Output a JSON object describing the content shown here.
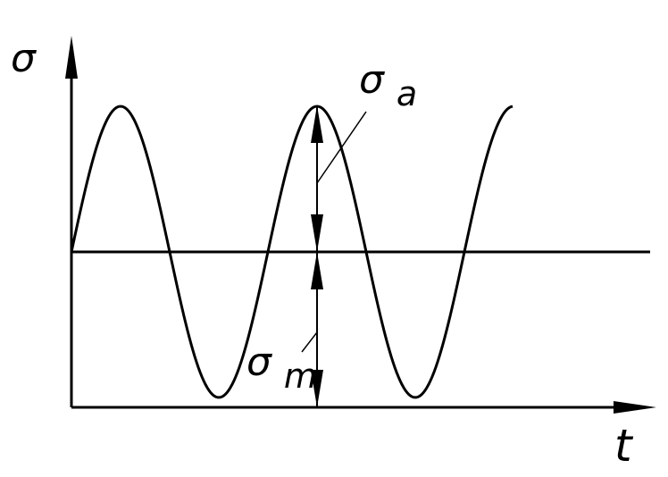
{
  "labels": {
    "y_axis": "σ",
    "x_axis": "t",
    "amplitude_symbol": "σ",
    "amplitude_subscript": "a",
    "mean_symbol": "σ",
    "mean_subscript": "m"
  },
  "colors": {
    "stroke": "#000000",
    "background": "#ffffff"
  }
}
